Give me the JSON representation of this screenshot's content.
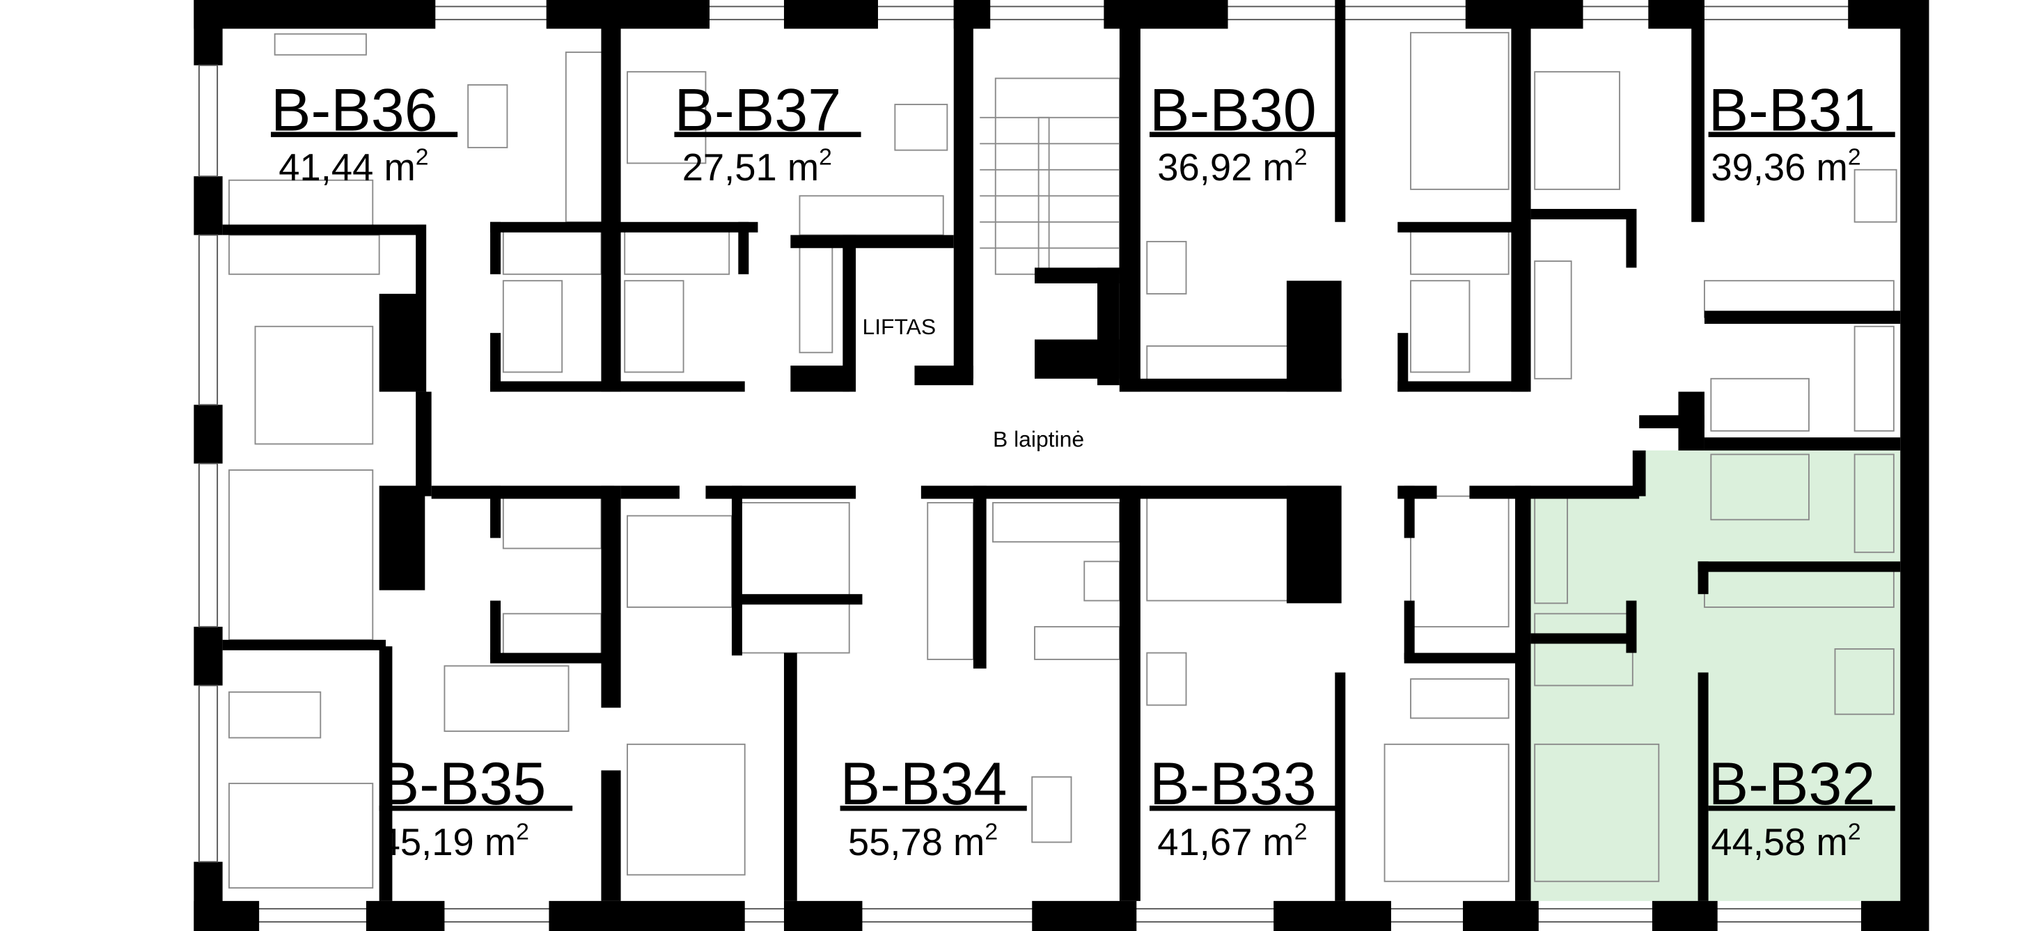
{
  "plan": {
    "stairwell_label": "B laiptinė",
    "elevator_label": "LIFTAS",
    "highlight_color": "#dbf0dc",
    "wall_color": "#000000"
  },
  "units": [
    {
      "id": "B-B36",
      "area": "41,44 m",
      "sup": "2",
      "highlighted": false
    },
    {
      "id": "B-B37",
      "area": "27,51 m",
      "sup": "2",
      "highlighted": false
    },
    {
      "id": "B-B30",
      "area": "36,92 m",
      "sup": "2",
      "highlighted": false
    },
    {
      "id": "B-B31",
      "area": "39,36 m",
      "sup": "2",
      "highlighted": false
    },
    {
      "id": "B-B35",
      "area": "45,19 m",
      "sup": "2",
      "highlighted": false
    },
    {
      "id": "B-B34",
      "area": "55,78 m",
      "sup": "2",
      "highlighted": false
    },
    {
      "id": "B-B33",
      "area": "41,67 m",
      "sup": "2",
      "highlighted": false
    },
    {
      "id": "B-B32",
      "area": "44,58 m",
      "sup": "2",
      "highlighted": true
    }
  ]
}
